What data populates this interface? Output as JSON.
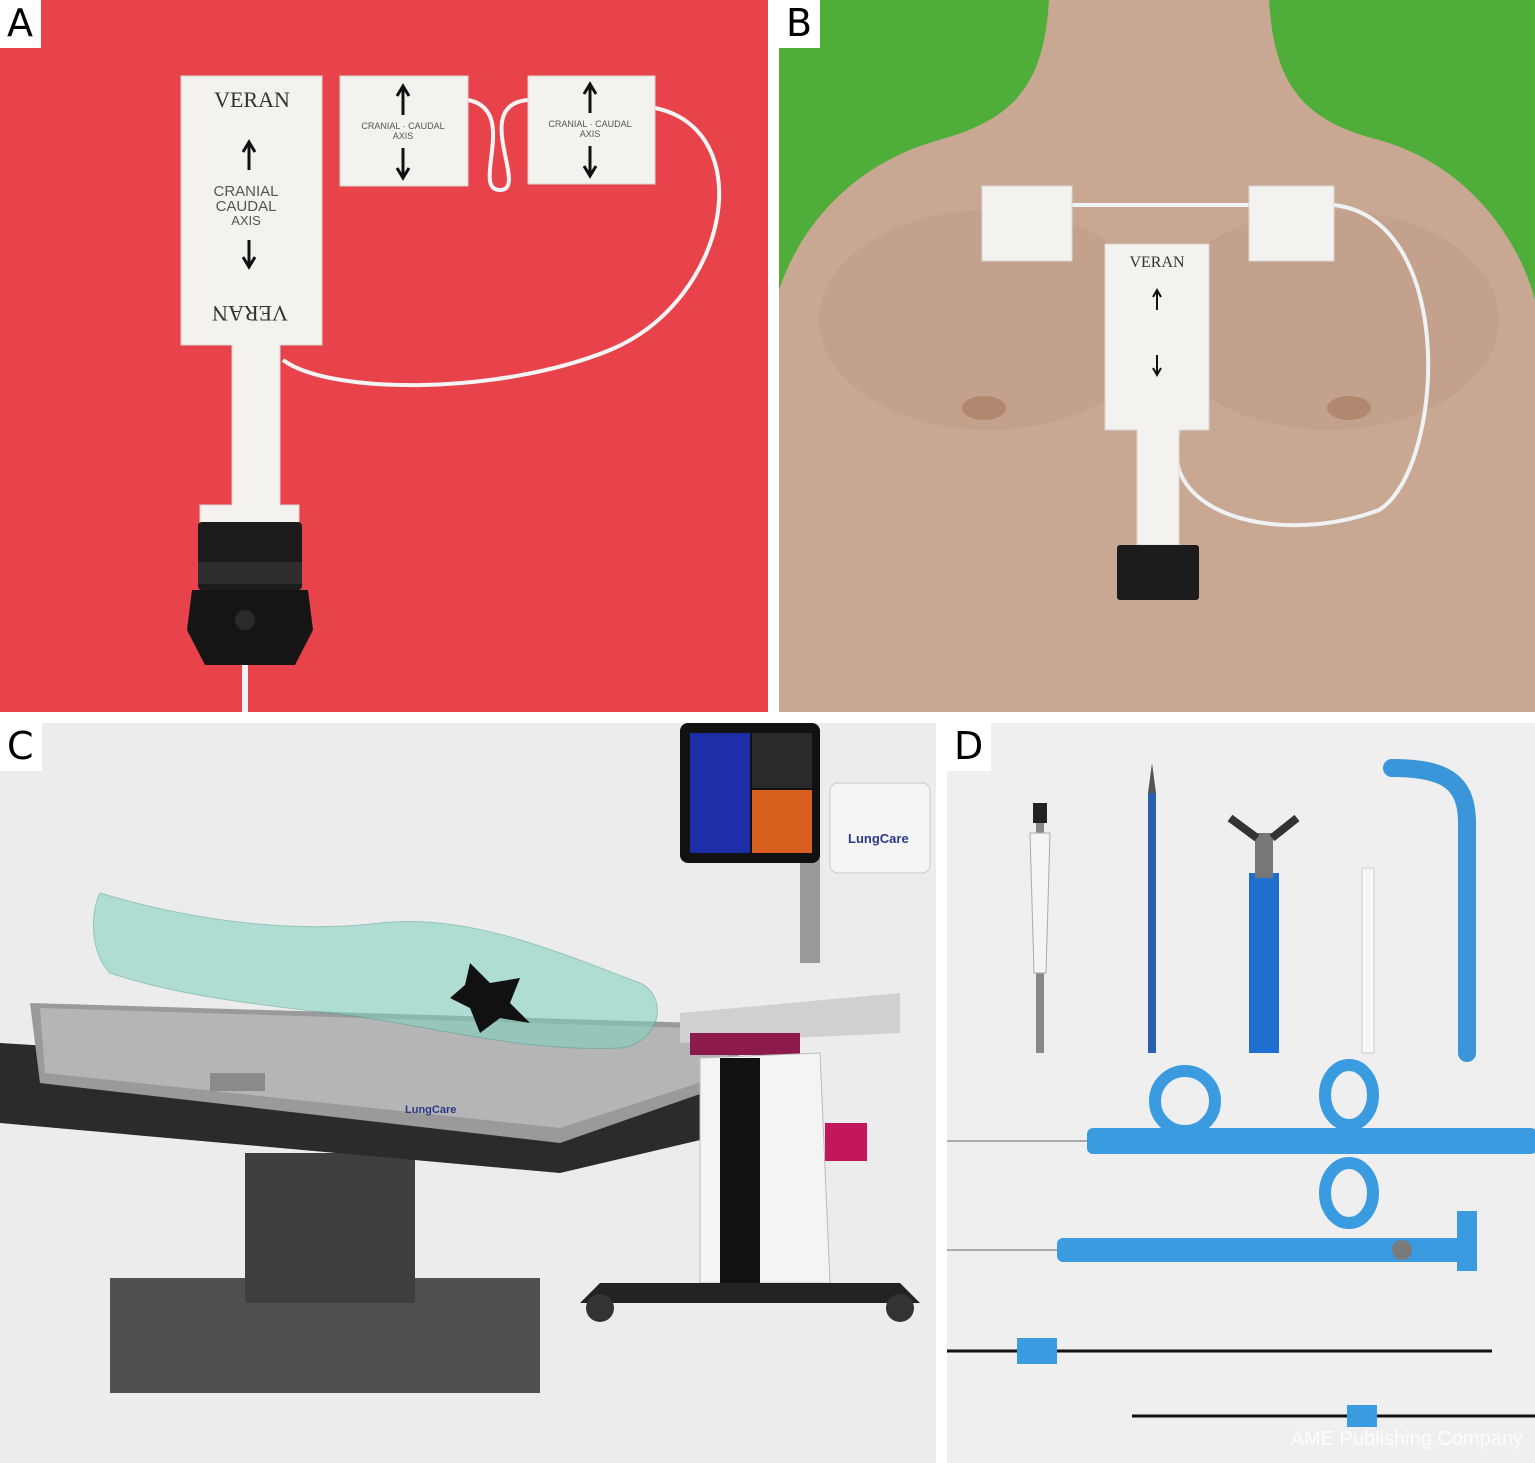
{
  "panels": {
    "a": {
      "label": "A",
      "background": "#e8434b"
    },
    "b": {
      "label": "B",
      "background": "#4fae3a"
    },
    "c": {
      "label": "C",
      "background": "#ececec"
    },
    "d": {
      "label": "D",
      "background": "#efefef"
    }
  },
  "pads": {
    "brand": "VERAN",
    "main_axis_line1": "CRANIAL",
    "main_axis_line2": "CAUDAL",
    "main_axis_line3": "AXIS",
    "small_axis_line1": "CRANIAL · CAUDAL",
    "small_axis_line2": "AXIS"
  },
  "devices": {
    "system_brand": "LungCare"
  },
  "credit": "AME Publishing Company"
}
